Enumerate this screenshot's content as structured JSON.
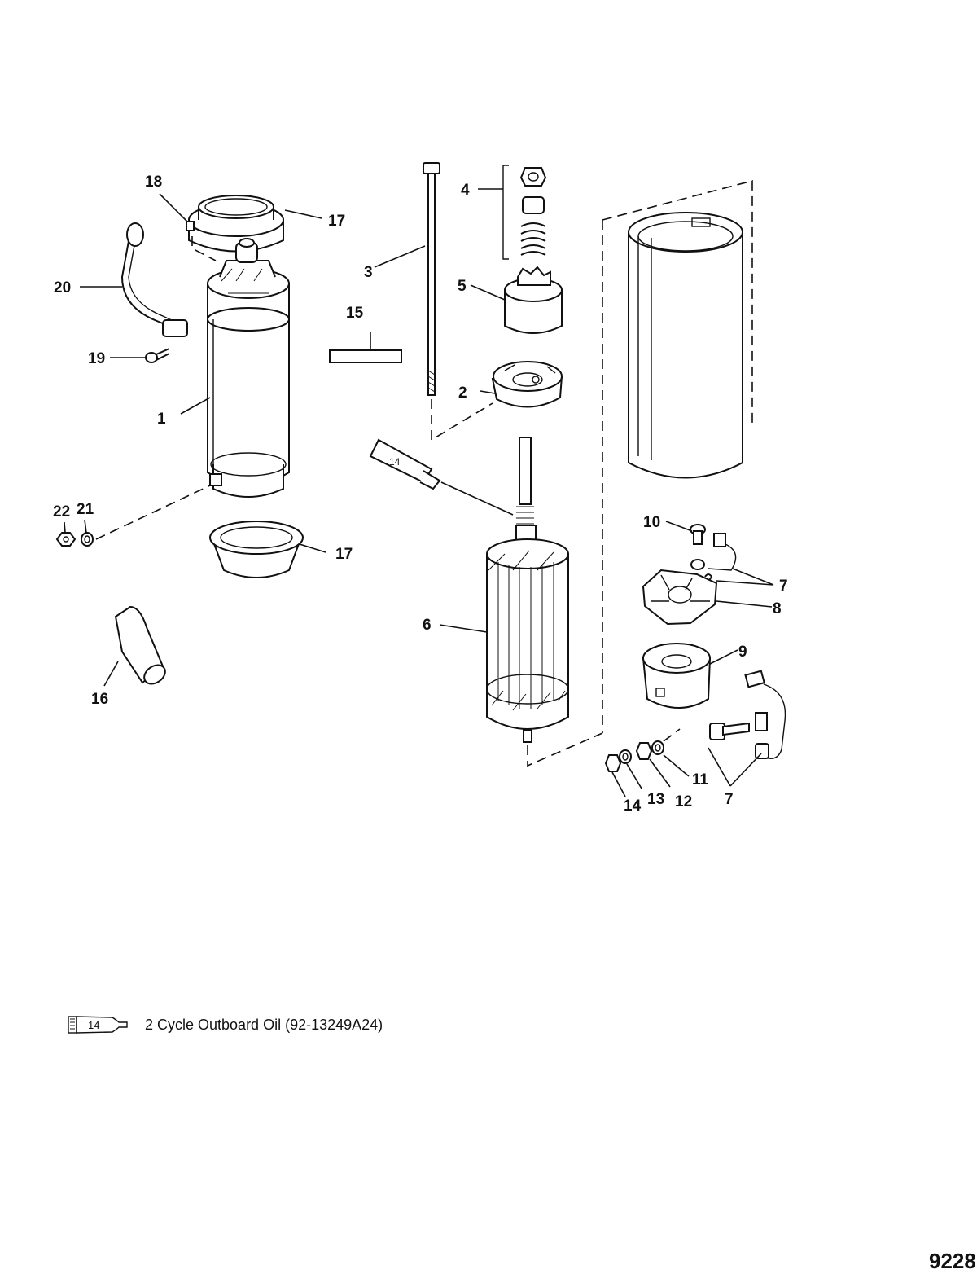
{
  "callouts": {
    "c1": "1",
    "c2": "2",
    "c3": "3",
    "c4": "4",
    "c5": "5",
    "c6": "6",
    "c7a": "7",
    "c7b": "7",
    "c8": "8",
    "c9": "9",
    "c10": "10",
    "c11": "11",
    "c12": "12",
    "c13": "13",
    "c14": "14",
    "c15": "15",
    "c16": "16",
    "c17a": "17",
    "c17b": "17",
    "c18": "18",
    "c19": "19",
    "c20": "20",
    "c21": "21",
    "c22": "22"
  },
  "tube_label": "14",
  "legend": {
    "tube_label": "14",
    "text": "2 Cycle Outboard Oil (92-13249A24)"
  },
  "figure_number": "9228"
}
